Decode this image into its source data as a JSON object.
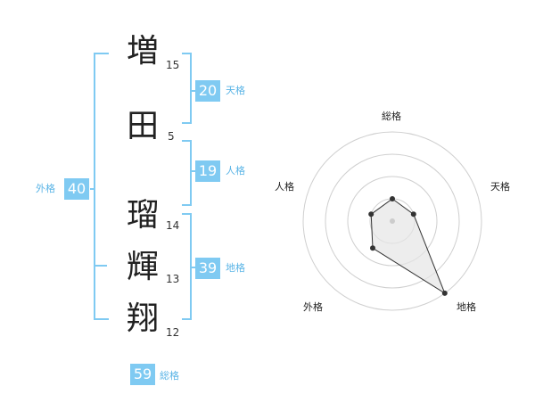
{
  "name": {
    "chars": [
      {
        "char": "増",
        "strokes": "15"
      },
      {
        "char": "田",
        "strokes": "5"
      },
      {
        "char": "瑠",
        "strokes": "14"
      },
      {
        "char": "輝",
        "strokes": "13"
      },
      {
        "char": "翔",
        "strokes": "12"
      }
    ]
  },
  "fortunes": {
    "tenkaku": {
      "label": "天格",
      "value": "20"
    },
    "jinkaku": {
      "label": "人格",
      "value": "19"
    },
    "chikaku": {
      "label": "地格",
      "value": "39"
    },
    "gaikaku": {
      "label": "外格",
      "value": "40"
    },
    "soukaku": {
      "label": "総格",
      "value": "59"
    }
  },
  "colors": {
    "accent": "#7fcaf2",
    "accent_text": "#5ab4e6",
    "bracket": "#7fcaf2"
  },
  "chart_data": {
    "type": "radar",
    "axes": [
      "総格",
      "天格",
      "地格",
      "外格",
      "人格"
    ],
    "values": [
      1,
      1,
      4,
      1.5,
      1
    ],
    "rmax": 4
  }
}
